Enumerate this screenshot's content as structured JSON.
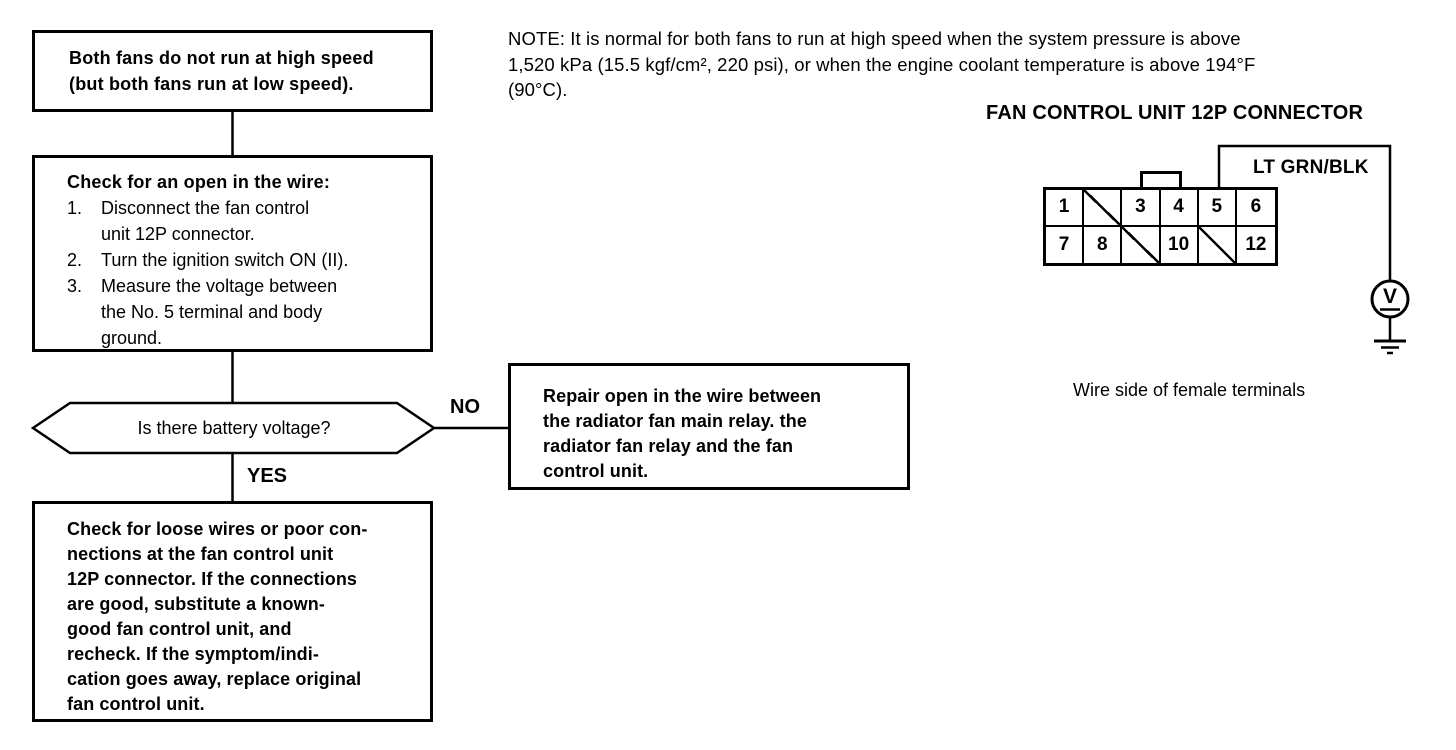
{
  "note": {
    "lines": [
      "NOTE: It is normal for both fans to run at high speed when the system pressure is above",
      "1,520 kPa (15.5 kgf/cm², 220 psi), or when the engine coolant temperature is above 194°F",
      "(90°C)."
    ]
  },
  "flowchart": {
    "symptom_box": {
      "lines": [
        "Both fans do not run at high speed",
        "(but both fans run at low speed)."
      ]
    },
    "check_box": {
      "title": "Check for an open in the wire:",
      "items": [
        {
          "num": "1.",
          "lines": [
            "Disconnect the fan control",
            "unit 12P connector."
          ]
        },
        {
          "num": "2.",
          "lines": [
            "Turn the ignition switch ON (II)."
          ]
        },
        {
          "num": "3.",
          "lines": [
            "Measure the voltage between",
            "the No. 5 terminal and body",
            "ground."
          ]
        }
      ]
    },
    "decision": {
      "question": "Is there battery voltage?",
      "no_label": "NO",
      "yes_label": "YES"
    },
    "repair_box": {
      "lines": [
        "Repair open in the wire between",
        "the radiator fan main relay. the",
        "radiator fan relay and the fan",
        "control unit."
      ]
    },
    "recheck_box": {
      "lines": [
        "Check for loose wires or poor con-",
        "nections at the fan control unit",
        "12P connector. If the connections",
        "are good, substitute a known-",
        "good fan control unit, and",
        "recheck. If the symptom/indi-",
        "cation goes away, replace original",
        "fan control unit."
      ]
    }
  },
  "connector_diagram": {
    "title": "FAN CONTROL UNIT 12P CONNECTOR",
    "wire_label": "LT GRN/BLK",
    "caption": "Wire side of female terminals",
    "voltmeter_label": "V",
    "pins": [
      {
        "label": "1",
        "slash": false
      },
      {
        "label": "",
        "slash": true
      },
      {
        "label": "3",
        "slash": false
      },
      {
        "label": "4",
        "slash": false
      },
      {
        "label": "5",
        "slash": false
      },
      {
        "label": "6",
        "slash": false
      },
      {
        "label": "7",
        "slash": false
      },
      {
        "label": "8",
        "slash": false
      },
      {
        "label": "",
        "slash": true
      },
      {
        "label": "10",
        "slash": false
      },
      {
        "label": "",
        "slash": true
      },
      {
        "label": "12",
        "slash": false
      }
    ]
  },
  "colors": {
    "ink": "#000000",
    "paper": "#ffffff"
  }
}
